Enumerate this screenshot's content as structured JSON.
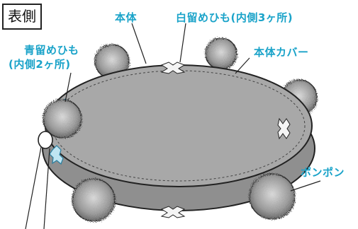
{
  "side_title": "表側",
  "labels": {
    "body": "本体",
    "white_ties": "白留めひも(内側3ヶ所)",
    "blue_ties_line1": "青留めひも",
    "blue_ties_line2": "(内側2ヶ所)",
    "body_cover": "本体カバー",
    "pompom": "ポンポン"
  },
  "colors": {
    "label": "#1aa3c9",
    "body_fill": "#a8a8a8",
    "outline": "#222222",
    "blue_tie": "#5bb8d8"
  }
}
